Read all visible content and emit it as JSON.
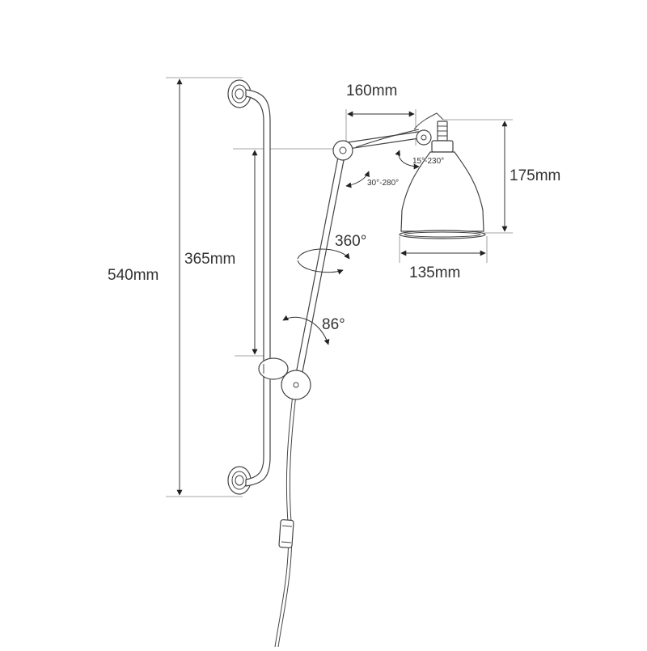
{
  "dimensions": {
    "total_height": "540mm",
    "rail_height": "365mm",
    "arm_length": "160mm",
    "shade_height": "175mm",
    "shade_width": "135mm"
  },
  "angles": {
    "rotation": "360°",
    "arm_tilt": "86°",
    "elbow_joint": "30°-280°",
    "shade_joint": "15°-230°"
  },
  "colors": {
    "line": "#444444",
    "text": "#333333",
    "background": "#ffffff"
  }
}
